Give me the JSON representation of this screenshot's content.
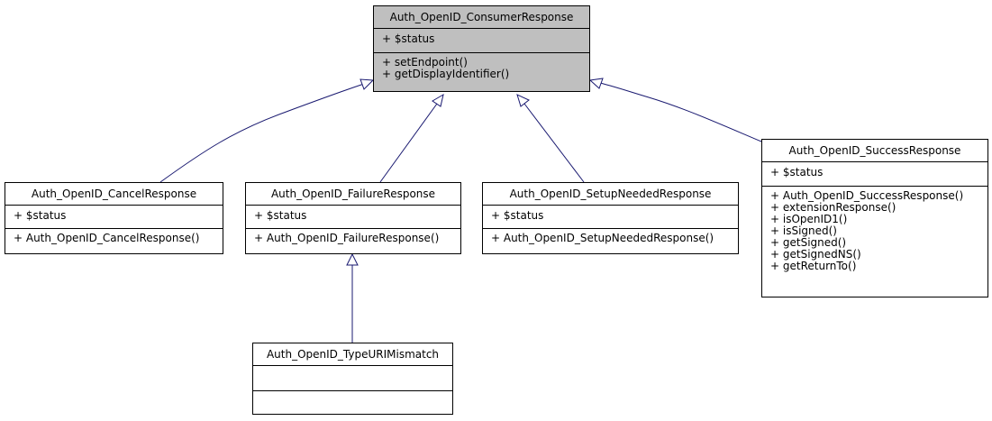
{
  "diagram": {
    "classes": [
      {
        "id": "consumer",
        "name": "Auth_OpenID_ConsumerResponse",
        "highlight": true,
        "attributes": [
          "+ $status"
        ],
        "operations": [
          "+ setEndpoint()",
          "+ getDisplayIdentifier()"
        ]
      },
      {
        "id": "cancel",
        "name": "Auth_OpenID_CancelResponse",
        "attributes": [
          "+ $status"
        ],
        "operations": [
          "+ Auth_OpenID_CancelResponse()"
        ]
      },
      {
        "id": "failure",
        "name": "Auth_OpenID_FailureResponse",
        "attributes": [
          "+ $status"
        ],
        "operations": [
          "+ Auth_OpenID_FailureResponse()"
        ]
      },
      {
        "id": "setup",
        "name": "Auth_OpenID_SetupNeededResponse",
        "attributes": [
          "+ $status"
        ],
        "operations": [
          "+ Auth_OpenID_SetupNeededResponse()"
        ]
      },
      {
        "id": "success",
        "name": "Auth_OpenID_SuccessResponse",
        "attributes": [
          "+ $status"
        ],
        "operations": [
          "+ Auth_OpenID_SuccessResponse()",
          "+ extensionResponse()",
          "+ isOpenID1()",
          "+ isSigned()",
          "+ getSigned()",
          "+ getSignedNS()",
          "+ getReturnTo()"
        ]
      },
      {
        "id": "typeuri",
        "name": "Auth_OpenID_TypeURIMismatch",
        "attributes": [],
        "operations": []
      }
    ],
    "inheritance": [
      {
        "child": "cancel",
        "parent": "consumer"
      },
      {
        "child": "failure",
        "parent": "consumer"
      },
      {
        "child": "setup",
        "parent": "consumer"
      },
      {
        "child": "success",
        "parent": "consumer"
      },
      {
        "child": "typeuri",
        "parent": "failure"
      }
    ],
    "colors": {
      "edge": "#191970",
      "highlight": "#bfbfbf",
      "box_fill": "#ffffff",
      "border": "#000000"
    }
  }
}
